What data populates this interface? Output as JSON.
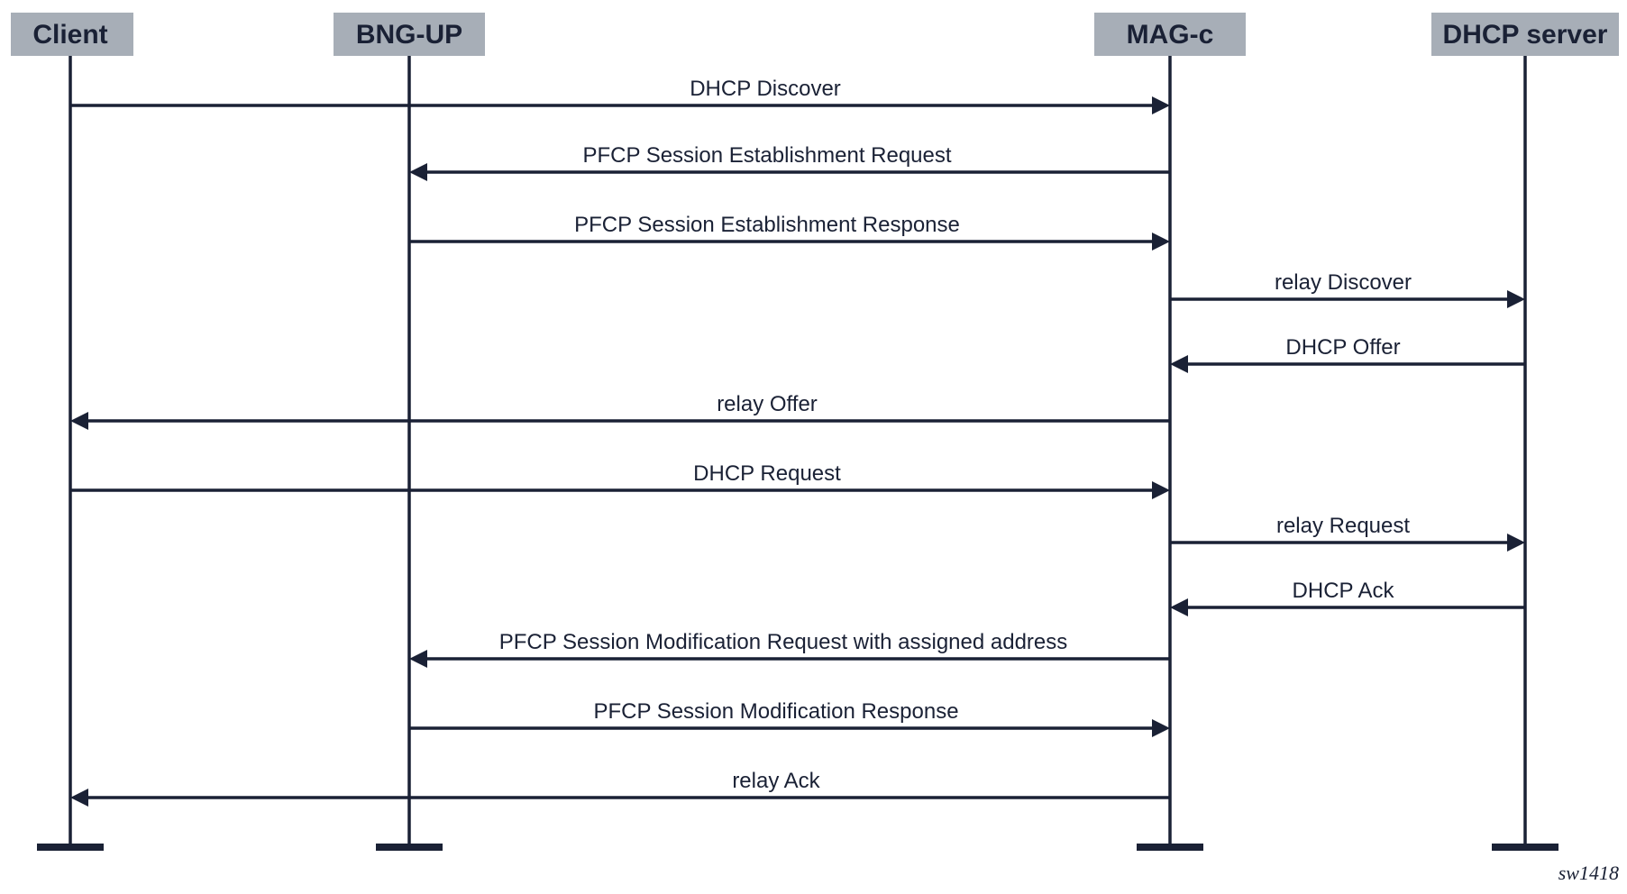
{
  "participants": [
    {
      "id": "client",
      "label": "Client"
    },
    {
      "id": "bng_up",
      "label": "BNG-UP"
    },
    {
      "id": "mag_c",
      "label": "MAG-c"
    },
    {
      "id": "dhcp_server",
      "label": "DHCP server"
    }
  ],
  "messages": [
    {
      "label": "DHCP Discover",
      "from": "client",
      "to": "mag_c"
    },
    {
      "label": "PFCP Session Establishment Request",
      "from": "mag_c",
      "to": "bng_up"
    },
    {
      "label": "PFCP Session Establishment Response",
      "from": "bng_up",
      "to": "mag_c"
    },
    {
      "label": "relay Discover",
      "from": "mag_c",
      "to": "dhcp_server"
    },
    {
      "label": "DHCP Offer",
      "from": "dhcp_server",
      "to": "mag_c"
    },
    {
      "label": "relay Offer",
      "from": "mag_c",
      "to": "client"
    },
    {
      "label": "DHCP Request",
      "from": "client",
      "to": "mag_c"
    },
    {
      "label": "relay Request",
      "from": "mag_c",
      "to": "dhcp_server"
    },
    {
      "label": "DHCP Ack",
      "from": "dhcp_server",
      "to": "mag_c"
    },
    {
      "label": "PFCP Session Modification Request with assigned address",
      "from": "mag_c",
      "to": "bng_up"
    },
    {
      "label": "PFCP Session Modification Response",
      "from": "bng_up",
      "to": "mag_c"
    },
    {
      "label": "relay Ack",
      "from": "mag_c",
      "to": "client"
    }
  ],
  "figure_id": "sw1418"
}
